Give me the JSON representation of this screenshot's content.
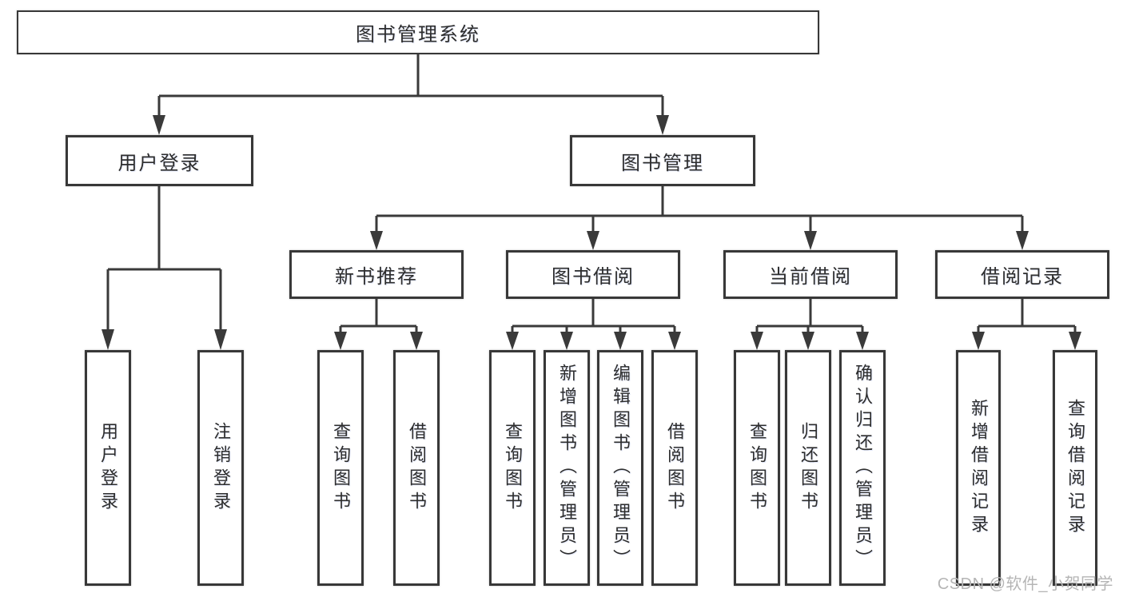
{
  "diagram": {
    "type": "tree",
    "root": "图书管理系统",
    "children": [
      {
        "label": "用户登录",
        "children": [
          "用户登录",
          "注销登录"
        ]
      },
      {
        "label": "图书管理",
        "children": [
          {
            "label": "新书推荐",
            "children": [
              "查询图书",
              "借阅图书"
            ]
          },
          {
            "label": "图书借阅",
            "children": [
              "查询图书",
              "新增图书（管理员）",
              "编辑图书（管理员）",
              "借阅图书"
            ]
          },
          {
            "label": "当前借阅",
            "children": [
              "查询图书",
              "归还图书",
              "确认归还（管理员）"
            ]
          },
          {
            "label": "借阅记录",
            "children": [
              "新增借阅记录",
              "查询借阅记录"
            ]
          }
        ]
      }
    ],
    "colors": {
      "line": "#3a3a3a",
      "text": "#2d2d2d",
      "box_background": "#ffffff",
      "watermark": "#b5b5b5"
    }
  },
  "watermark": "CSDN @软件_小贺同学"
}
